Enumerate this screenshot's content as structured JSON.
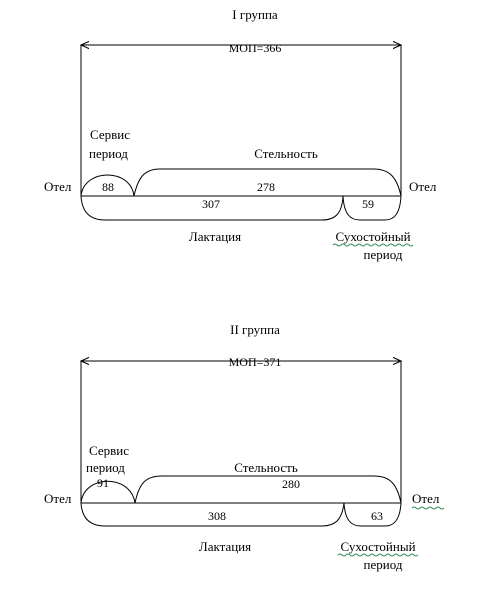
{
  "groups": [
    {
      "title": "I группа",
      "mop_label": "МОП=366",
      "service_label_line1": "Сервис",
      "service_label_line2": "период",
      "service_value": "88",
      "pregnancy_label": "Стельность",
      "pregnancy_value": "278",
      "lactation_value": "307",
      "dry_value": "59",
      "calving_left": "Отел",
      "calving_right": "Отел",
      "lactation_label": "Лактация",
      "dry_label_line1": "Сухостойный",
      "dry_label_line2": "период"
    },
    {
      "title": "II группа",
      "mop_label": "МОП=371",
      "service_label_line1": "Сервис",
      "service_label_line2": "период",
      "service_value": "91",
      "pregnancy_label": "Стельность",
      "pregnancy_value": "280",
      "lactation_value": "308",
      "dry_value": "63",
      "calving_left": "Отел",
      "calving_right": "Отел",
      "lactation_label": "Лактация",
      "dry_label_line1": "Сухостойный",
      "dry_label_line2": "период"
    }
  ]
}
